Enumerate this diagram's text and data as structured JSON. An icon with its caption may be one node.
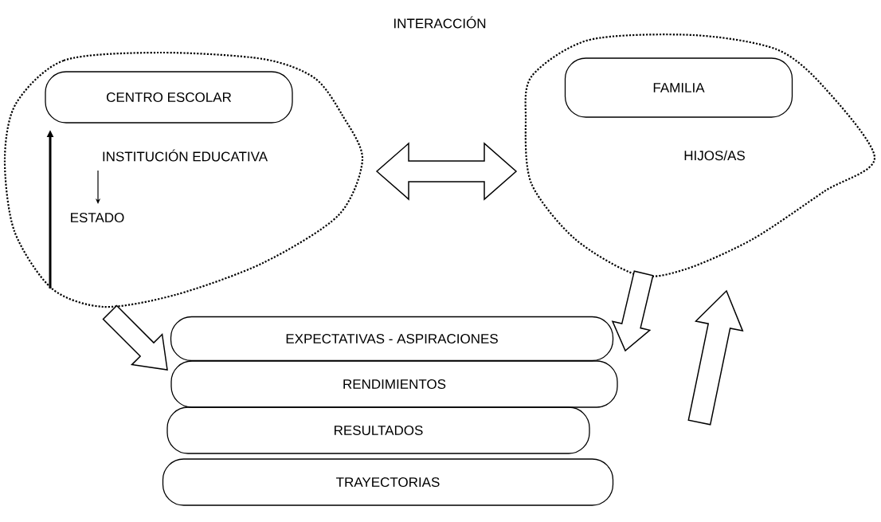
{
  "diagram": {
    "title": "INTERACCIÓN",
    "nodes": [
      {
        "text": [],
        "shape": "cloud"
      },
      {
        "text": [
          "CENTRO ESCOLAR"
        ],
        "in": 0
      },
      {
        "text": [
          "INSTITUCIÓN EDUCATIVA"
        ],
        "in": 0
      },
      {
        "text": [
          "ESTADO"
        ],
        "in": 0
      },
      {
        "text": [],
        "shape": "cloud"
      },
      {
        "text": [
          "FAMILIA"
        ],
        "in": 4
      },
      {
        "text": [
          "HIJOS/AS"
        ],
        "in": 4
      },
      {
        "text": [
          "EXPECTATIVAS - ASPIRACIONES"
        ]
      },
      {
        "text": [
          "RENDIMIENTOS"
        ]
      },
      {
        "text": [
          "RESULTADOS"
        ]
      },
      {
        "text": [
          "TRAYECTORIAS"
        ]
      }
    ],
    "edges": [
      {
        "from": 2,
        "to": 3,
        "arrow": "to"
      },
      {
        "from": null,
        "to": 2,
        "arrow": "to",
        "style": "thick"
      },
      {
        "from": 0,
        "to": 4,
        "arrow": "both"
      },
      {
        "from": 4,
        "to": 7,
        "arrow": "to"
      },
      {
        "from": 8,
        "to": 4,
        "arrow": "to"
      },
      {
        "from": 0,
        "to": 8,
        "arrow": "to"
      }
    ]
  }
}
